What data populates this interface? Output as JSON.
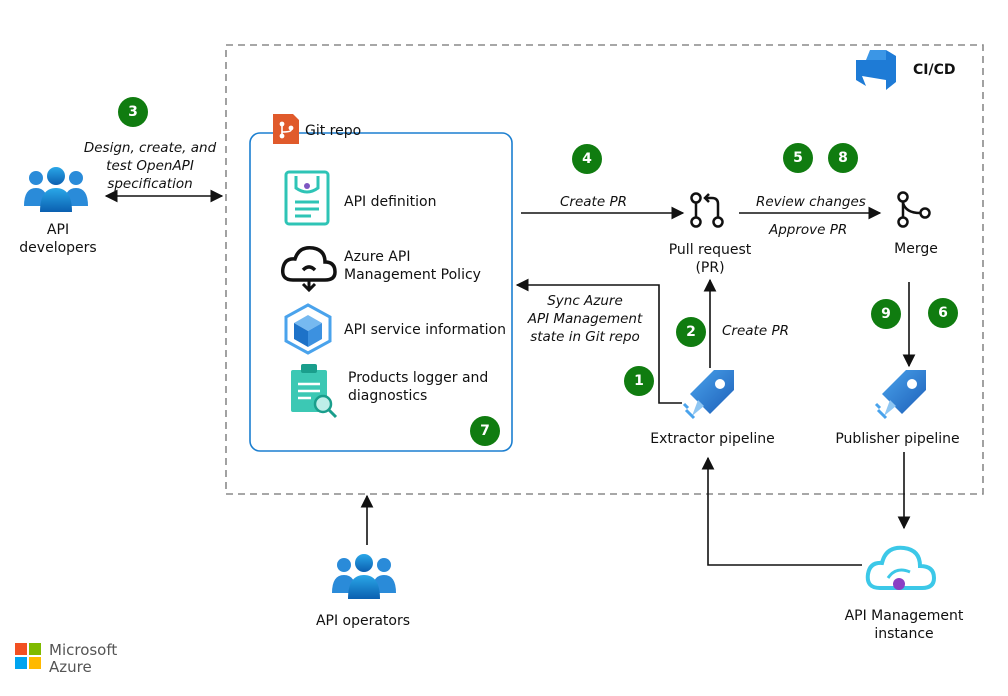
{
  "cicd": {
    "label": "CI/CD"
  },
  "git_repo": {
    "title": "Git repo",
    "items": [
      {
        "label": "API definition"
      },
      {
        "label_line1": "Azure API",
        "label_line2": "Management Policy"
      },
      {
        "label": "API service information"
      },
      {
        "label_line1": "Products logger and",
        "label_line2": "diagnostics"
      }
    ]
  },
  "actors": {
    "developers": {
      "line1": "API",
      "line2": "developers"
    },
    "operators": {
      "label": "API operators"
    }
  },
  "nodes": {
    "pull_request": {
      "line1": "Pull request",
      "line2": "(PR)"
    },
    "merge": {
      "label": "Merge"
    },
    "extractor": {
      "label": "Extractor pipeline"
    },
    "publisher": {
      "label": "Publisher pipeline"
    },
    "apim": {
      "line1": "API Management",
      "line2": "instance"
    }
  },
  "edge_labels": {
    "design": [
      "Design, create, and",
      "test OpenAPI",
      "specification"
    ],
    "create_pr_top": "Create PR",
    "review_changes": "Review changes",
    "approve_pr": "Approve PR",
    "sync": [
      "Sync Azure",
      "API Management",
      "state in Git repo"
    ],
    "create_pr_side": "Create PR"
  },
  "badges": {
    "b1": "1",
    "b2": "2",
    "b3": "3",
    "b4": "4",
    "b5": "5",
    "b6": "6",
    "b7": "7",
    "b8": "8",
    "b9": "9"
  },
  "brand": {
    "line1": "Microsoft",
    "line2": "Azure"
  },
  "colors": {
    "badge": "#107c10",
    "azure_blue": "#0078d4",
    "repo_orange": "#e05a2b",
    "teal": "#2ec4b6"
  }
}
